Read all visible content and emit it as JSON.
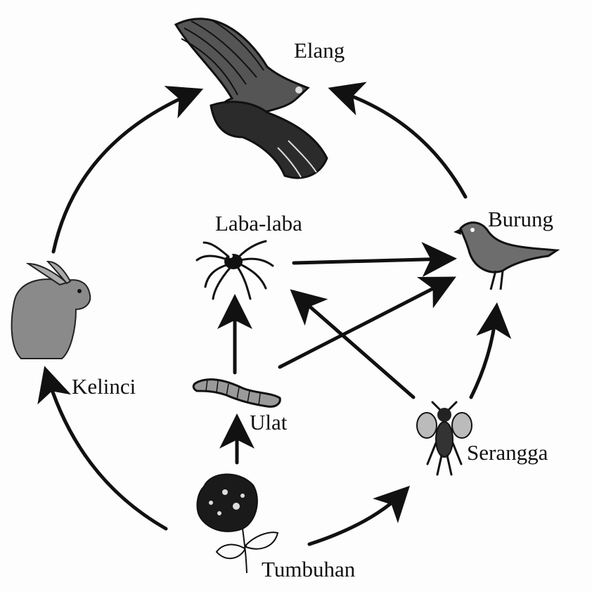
{
  "organisms": {
    "elang": "Elang",
    "burung": "Burung",
    "laba_laba": "Laba-laba",
    "kelinci": "Kelinci",
    "ulat": "Ulat",
    "serangga": "Serangga",
    "tumbuhan": "Tumbuhan"
  },
  "icons": {
    "elang": "eagle-icon",
    "burung": "bird-icon",
    "laba_laba": "spider-icon",
    "kelinci": "rabbit-icon",
    "ulat": "caterpillar-icon",
    "serangga": "insect-icon",
    "tumbuhan": "plant-icon"
  },
  "edges": [
    {
      "from": "tumbuhan",
      "to": "kelinci"
    },
    {
      "from": "kelinci",
      "to": "elang"
    },
    {
      "from": "burung",
      "to": "elang"
    },
    {
      "from": "tumbuhan",
      "to": "ulat"
    },
    {
      "from": "tumbuhan",
      "to": "serangga"
    },
    {
      "from": "serangga",
      "to": "burung"
    },
    {
      "from": "ulat",
      "to": "laba_laba"
    },
    {
      "from": "ulat",
      "to": "burung"
    },
    {
      "from": "serangga",
      "to": "laba_laba"
    },
    {
      "from": "laba_laba",
      "to": "burung"
    }
  ],
  "colors": {
    "ink": "#111111"
  }
}
